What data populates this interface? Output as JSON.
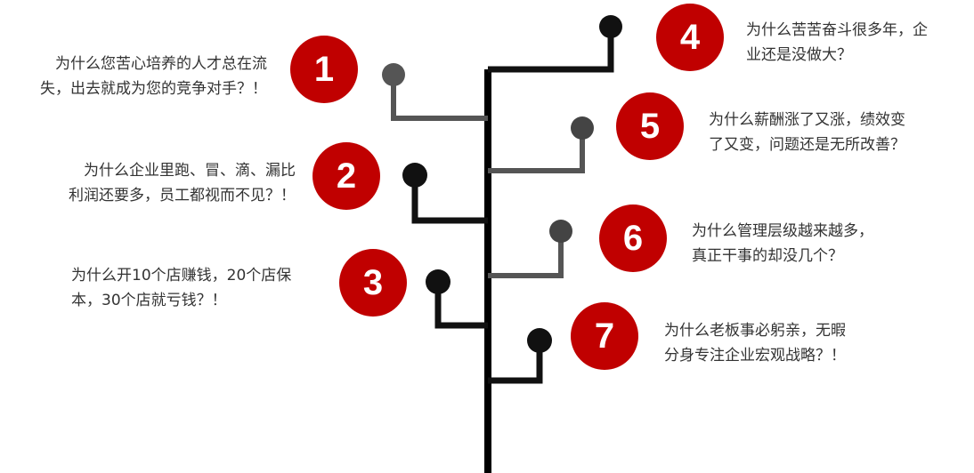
{
  "colors": {
    "badge": "#c00000",
    "trunk": "#000000",
    "branch_dark": "#111111",
    "branch_gray": "#555555",
    "text": "#333333"
  },
  "questions": [
    {
      "number": "1",
      "lines": [
        "为什么您苦心培养的人才总在流",
        "失，出去就成为您的竞争对手？！"
      ]
    },
    {
      "number": "2",
      "lines": [
        "为什么企业里跑、冒、滴、漏比",
        "利润还要多，员工都视而不见？！"
      ]
    },
    {
      "number": "3",
      "lines": [
        "为什么开10个店赚钱，20个店保",
        "本，30个店就亏钱？！"
      ]
    },
    {
      "number": "4",
      "lines": [
        "为什么苦苦奋斗很多年，企",
        "业还是没做大？"
      ]
    },
    {
      "number": "5",
      "lines": [
        "为什么薪酬涨了又涨，绩效变",
        "了又变，问题还是无所改善？"
      ]
    },
    {
      "number": "6",
      "lines": [
        "为什么管理层级越来越多，",
        "真正干事的却没几个？"
      ]
    },
    {
      "number": "7",
      "lines": [
        "为什么老板事必躬亲，无暇",
        "分身专注企业宏观战略？！"
      ]
    }
  ]
}
